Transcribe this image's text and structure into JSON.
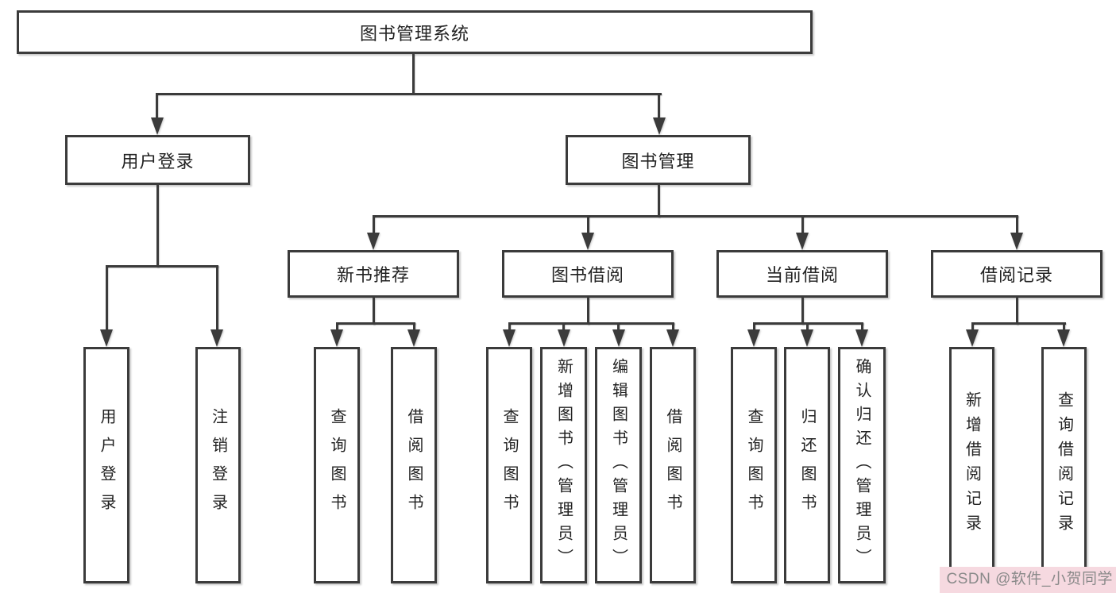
{
  "nodes": {
    "root": "图书管理系统",
    "level2": [
      "用户登录",
      "图书管理"
    ],
    "level3": [
      "新书推荐",
      "图书借阅",
      "当前借阅",
      "借阅记录"
    ],
    "leaves_user": [
      "用户登录",
      "注销登录"
    ],
    "leaves_recommend": [
      "查询图书",
      "借阅图书"
    ],
    "leaves_borrow": [
      "查询图书",
      "新增图书（管理员）",
      "编辑图书（管理员）",
      "借阅图书"
    ],
    "leaves_current": [
      "查询图书",
      "归还图书",
      "确认归还（管理员）"
    ],
    "leaves_records": [
      "新增借阅记录",
      "查询借阅记录"
    ]
  },
  "watermark": "CSDN @软件_小贺同学",
  "colors": {
    "line": "#3b3b3b",
    "text": "#222222",
    "watermark_text": "#8a8a8a",
    "watermark_highlight": "#f6d9e0",
    "background": "#ffffff"
  }
}
